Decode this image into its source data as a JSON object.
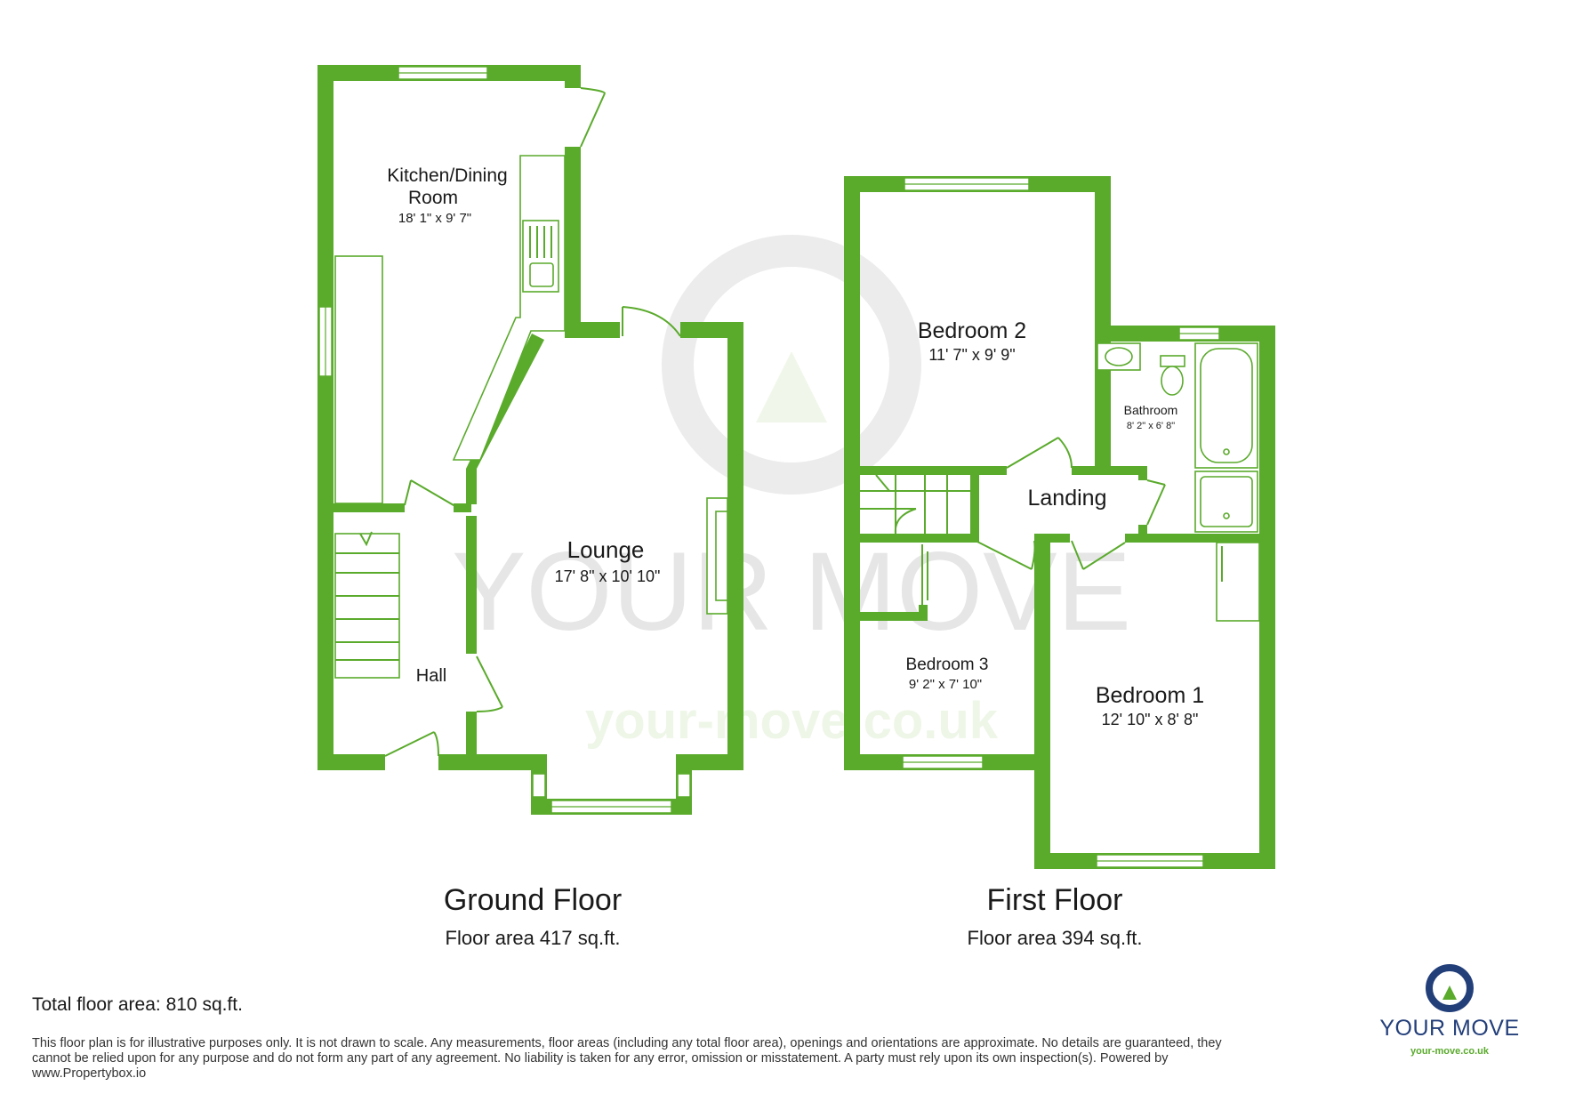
{
  "watermark": {
    "brand": "YOUR MOVE",
    "url": "your-move.co.uk"
  },
  "ground_floor": {
    "title": "Ground Floor",
    "area": "Floor area 417 sq.ft.",
    "rooms": {
      "kitchen": {
        "name_line1": "Kitchen/Dining",
        "name_line2": "Room",
        "size": "18' 1\" x 9' 7\""
      },
      "lounge": {
        "name": "Lounge",
        "size": "17' 8\" x 10' 10\""
      },
      "hall": {
        "name": "Hall"
      }
    }
  },
  "first_floor": {
    "title": "First Floor",
    "area": "Floor area 394 sq.ft.",
    "rooms": {
      "bedroom2": {
        "name": "Bedroom 2",
        "size": "11' 7\" x 9' 9\""
      },
      "bathroom": {
        "name": "Bathroom",
        "size": "8' 2\" x 6' 8\""
      },
      "landing": {
        "name": "Landing"
      },
      "bedroom3": {
        "name": "Bedroom 3",
        "size": "9' 2\" x 7' 10\""
      },
      "bedroom1": {
        "name": "Bedroom 1",
        "size": "12' 10\" x 8' 8\""
      }
    }
  },
  "total_area": "Total floor area: 810 sq.ft.",
  "disclaimer": "This floor plan is for illustrative purposes only. It is not drawn to scale. Any measurements, floor areas (including any total floor area), openings and orientations are approximate. No details are guaranteed, they cannot be relied upon for any purpose and do not form any part of any agreement. No liability is taken for any error, omission or misstatement. A party must rely upon its own inspection(s). Powered by www.Propertybox.io",
  "logo": {
    "text": "YOUR MOVE",
    "url": "your-move.co.uk",
    "colors": {
      "navy": "#233f7a",
      "green": "#5aaa2c"
    }
  },
  "colors": {
    "wall": "#5aaa2c"
  }
}
